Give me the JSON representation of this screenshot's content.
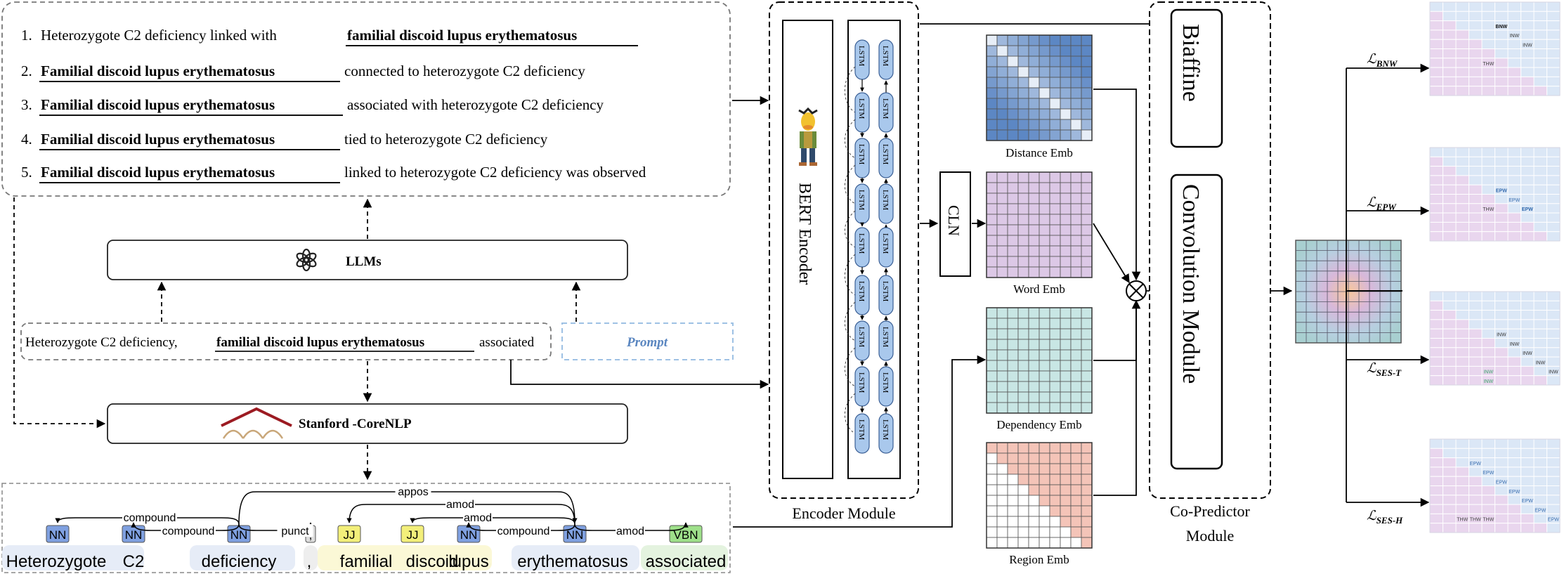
{
  "generated": {
    "lines": [
      {
        "num": "1.",
        "pre": "Heterozygote C2 deficiency linked with",
        "bold": "familial discoid lupus erythematosus",
        "post": ""
      },
      {
        "num": "2.",
        "pre": "",
        "bold": "Familial discoid lupus erythematosus",
        "post": "connected to heterozygote C2 deficiency"
      },
      {
        "num": "3.",
        "pre": "",
        "bold": "Familial discoid lupus  erythematosus",
        "post": "associated with heterozygote C2 deficiency"
      },
      {
        "num": "4.",
        "pre": "",
        "bold": "Familial discoid lupus erythematosus",
        "post": "tied to heterozygote  C2 deficiency"
      },
      {
        "num": "5.",
        "pre": "",
        "bold": "Familial discoid lupus erythematosus",
        "post": "linked to heterozygote C2 deficiency was observed"
      }
    ]
  },
  "llm": {
    "label": "LLMs",
    "icon": "openai-logo-icon"
  },
  "input": {
    "pre": "Heterozygote C2 deficiency,",
    "bold": "familial discoid lupus erythematosus",
    "post": "associated"
  },
  "prompt": {
    "label": "Prompt"
  },
  "corenlp": {
    "label": "Stanford -CoreNLP",
    "icon": "stanford-arch-logo-icon"
  },
  "dependency": {
    "tokens": [
      {
        "word": "Heterozygote",
        "tag": "NN"
      },
      {
        "word": "C2",
        "tag": "NN"
      },
      {
        "word": "deficiency",
        "tag": "NN"
      },
      {
        "word": ",",
        "tag": ","
      },
      {
        "word": "familial",
        "tag": "JJ"
      },
      {
        "word": "discoid",
        "tag": "JJ"
      },
      {
        "word": "lupus",
        "tag": "NN"
      },
      {
        "word": "erythematosus",
        "tag": "NN"
      },
      {
        "word": "associated",
        "tag": "VBN"
      }
    ],
    "arcs": [
      "compound",
      "compound",
      "punct",
      "appos",
      "amod",
      "amod",
      "compound",
      "amod"
    ]
  },
  "encoder": {
    "module_label": "Encoder Module",
    "bert_label": "BERT Encoder",
    "lstm_label": "LSTM",
    "mascot_icon": "bert-muppet-icon"
  },
  "embeddings": {
    "distance": "Distance Emb",
    "word": "Word Emb",
    "dependency": "Dependency Emb",
    "region": "Region Emb",
    "cln": "CLN",
    "colors": {
      "distance": "#7fa6d4",
      "word": "#dcc8e6",
      "dependency": "#c8e6e4",
      "region": "#f4c4b8"
    }
  },
  "predictor": {
    "biaffine": "Biaffine",
    "conv": "Convolution Module",
    "module_label": "Co-Predictor Module",
    "op_icon": "otimes-icon"
  },
  "losses": [
    {
      "sym": "ℒ",
      "sub": "BNW"
    },
    {
      "sym": "ℒ",
      "sub": "EPW"
    },
    {
      "sym": "ℒ",
      "sub": "SES-T"
    },
    {
      "sym": "ℒ",
      "sub": "SES-H"
    }
  ],
  "grids": [
    {
      "labels": [
        "BNW",
        "INW",
        "INW",
        "THW"
      ]
    },
    {
      "labels": [
        "EPW",
        "EPW",
        "EPW",
        "THW",
        "EPW"
      ]
    },
    {
      "labels": [
        "INW",
        "INW",
        "INW",
        "INW",
        "INW",
        "INW",
        "INW"
      ]
    },
    {
      "labels": [
        "EPW",
        "EPW",
        "EPW",
        "EPW",
        "EPW",
        "EPW",
        "EPW",
        "THW",
        "THW",
        "THW"
      ]
    }
  ]
}
